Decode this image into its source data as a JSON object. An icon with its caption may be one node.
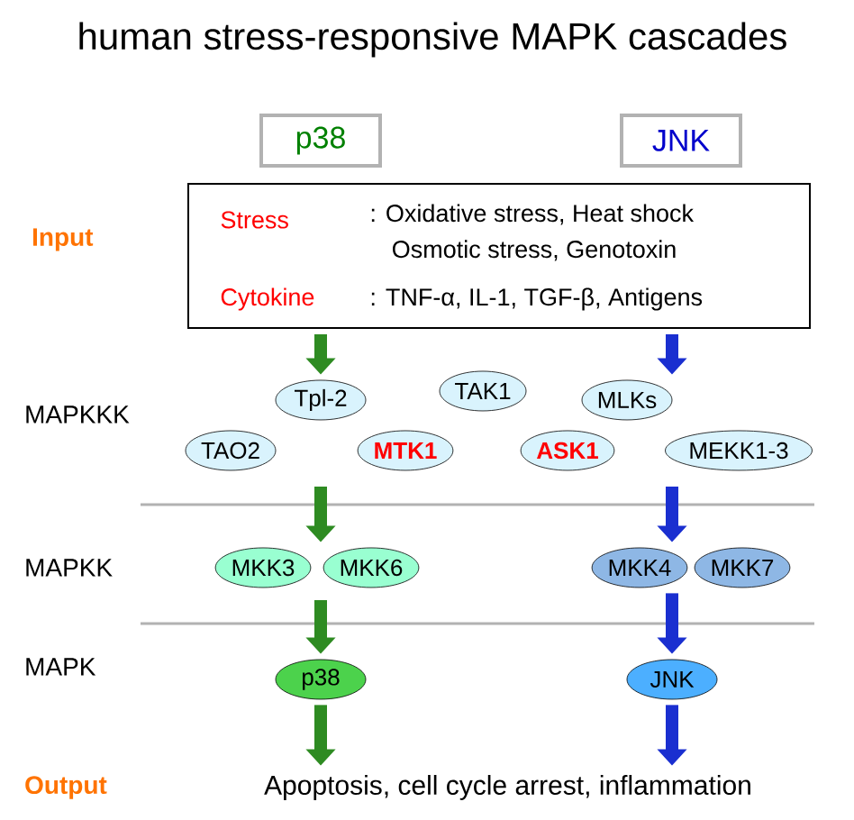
{
  "diagram": {
    "title": "human stress-responsive MAPK cascades",
    "nodes": [
      {
        "text": [
          "p38"
        ]
      },
      {
        "text": [
          "JNK"
        ]
      },
      {
        "text": [
          "Stress",
          ": Oxidative stress, Heat shock Osmotic stress, Genotoxin",
          "Cytokine",
          ": TNF-α, IL-1, TGF-β, Antigens"
        ]
      },
      {
        "text": [
          "Tpl-2"
        ]
      },
      {
        "text": [
          "TAK1"
        ]
      },
      {
        "text": [
          "MLKs"
        ]
      },
      {
        "text": [
          "TAO2"
        ]
      },
      {
        "text": [
          "MTK1"
        ]
      },
      {
        "text": [
          "ASK1"
        ]
      },
      {
        "text": [
          "MEKK1-3"
        ]
      },
      {
        "text": [
          "MKK3"
        ]
      },
      {
        "text": [
          "MKK6"
        ]
      },
      {
        "text": [
          "MKK4"
        ]
      },
      {
        "text": [
          "MKK7"
        ]
      },
      {
        "text": [
          "p38"
        ]
      },
      {
        "text": [
          "JNK"
        ]
      },
      {
        "text": [
          "Apoptosis, cell cycle arrest, inflammation"
        ]
      }
    ],
    "edges": [
      {
        "from": 2,
        "to": 3,
        "arrow": "to",
        "color": "#2e8b22"
      },
      {
        "from": 2,
        "to": 5,
        "arrow": "to",
        "color": "#1a2fd0"
      },
      {
        "from": null,
        "to": 10,
        "arrow": "to",
        "color": "#2e8b22"
      },
      {
        "from": null,
        "to": 12,
        "arrow": "to",
        "color": "#1a2fd0"
      },
      {
        "from": null,
        "to": 14,
        "arrow": "to",
        "color": "#2e8b22"
      },
      {
        "from": 12,
        "to": 15,
        "arrow": "to",
        "color": "#1a2fd0"
      },
      {
        "from": 14,
        "to": 16,
        "arrow": "to",
        "color": "#2e8b22"
      },
      {
        "from": 15,
        "to": 16,
        "arrow": "to",
        "color": "#1a2fd0"
      }
    ],
    "labels": [
      "Input",
      "MAPKKK",
      "MAPKK",
      "MAPK",
      "Output"
    ]
  }
}
